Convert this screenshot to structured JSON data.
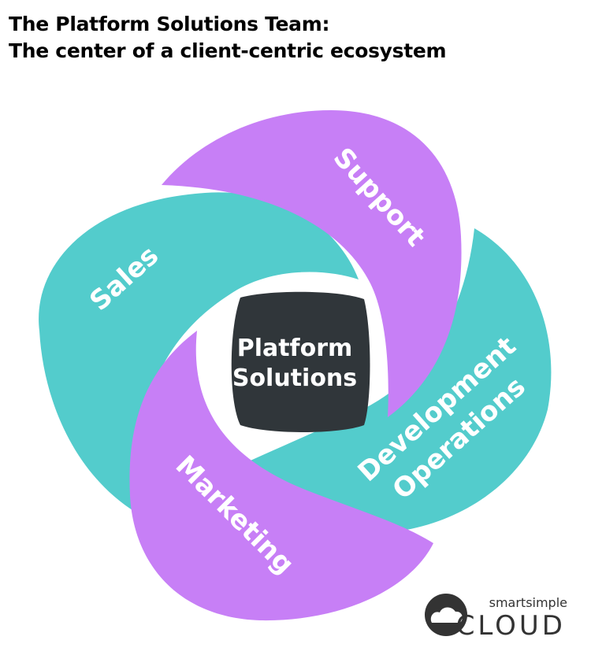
{
  "header": {
    "title_line1": "The Platform Solutions Team:",
    "title_line2": "The center of a client-centric ecosystem"
  },
  "diagram": {
    "center_line1": "Platform",
    "center_line2": "Solutions",
    "support": "Support",
    "sales": "Sales",
    "marketing": "Marketing",
    "devops_line1": "Development",
    "devops_line2": "Operations"
  },
  "logo": {
    "small": "smartsimple",
    "big": "CLOUD"
  },
  "colors": {
    "teal": "#53CCCC",
    "purple": "#C77FF6",
    "center": "#30363A",
    "text": "#000000"
  }
}
